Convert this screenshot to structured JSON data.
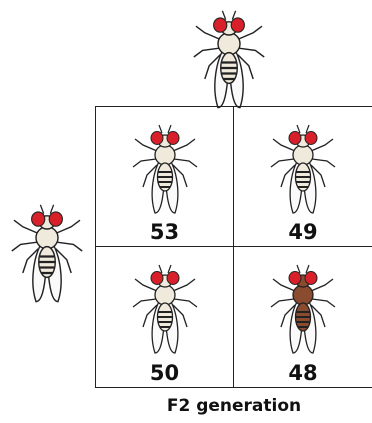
{
  "diagram": {
    "caption": "F2 generation",
    "colors": {
      "red_eye": "#d8202a",
      "brown_body": "#8a4b2e",
      "body_tan": "#f0eadc",
      "outline": "#222222"
    },
    "parents": [
      {
        "role": "top",
        "eye_color": "red",
        "body_color": "wild-type"
      },
      {
        "role": "left",
        "eye_color": "red",
        "body_color": "wild-type"
      }
    ],
    "cells": [
      {
        "count": "53",
        "body_color": "wild-type"
      },
      {
        "count": "49",
        "body_color": "wild-type"
      },
      {
        "count": "50",
        "body_color": "wild-type"
      },
      {
        "count": "48",
        "body_color": "brown"
      }
    ]
  }
}
